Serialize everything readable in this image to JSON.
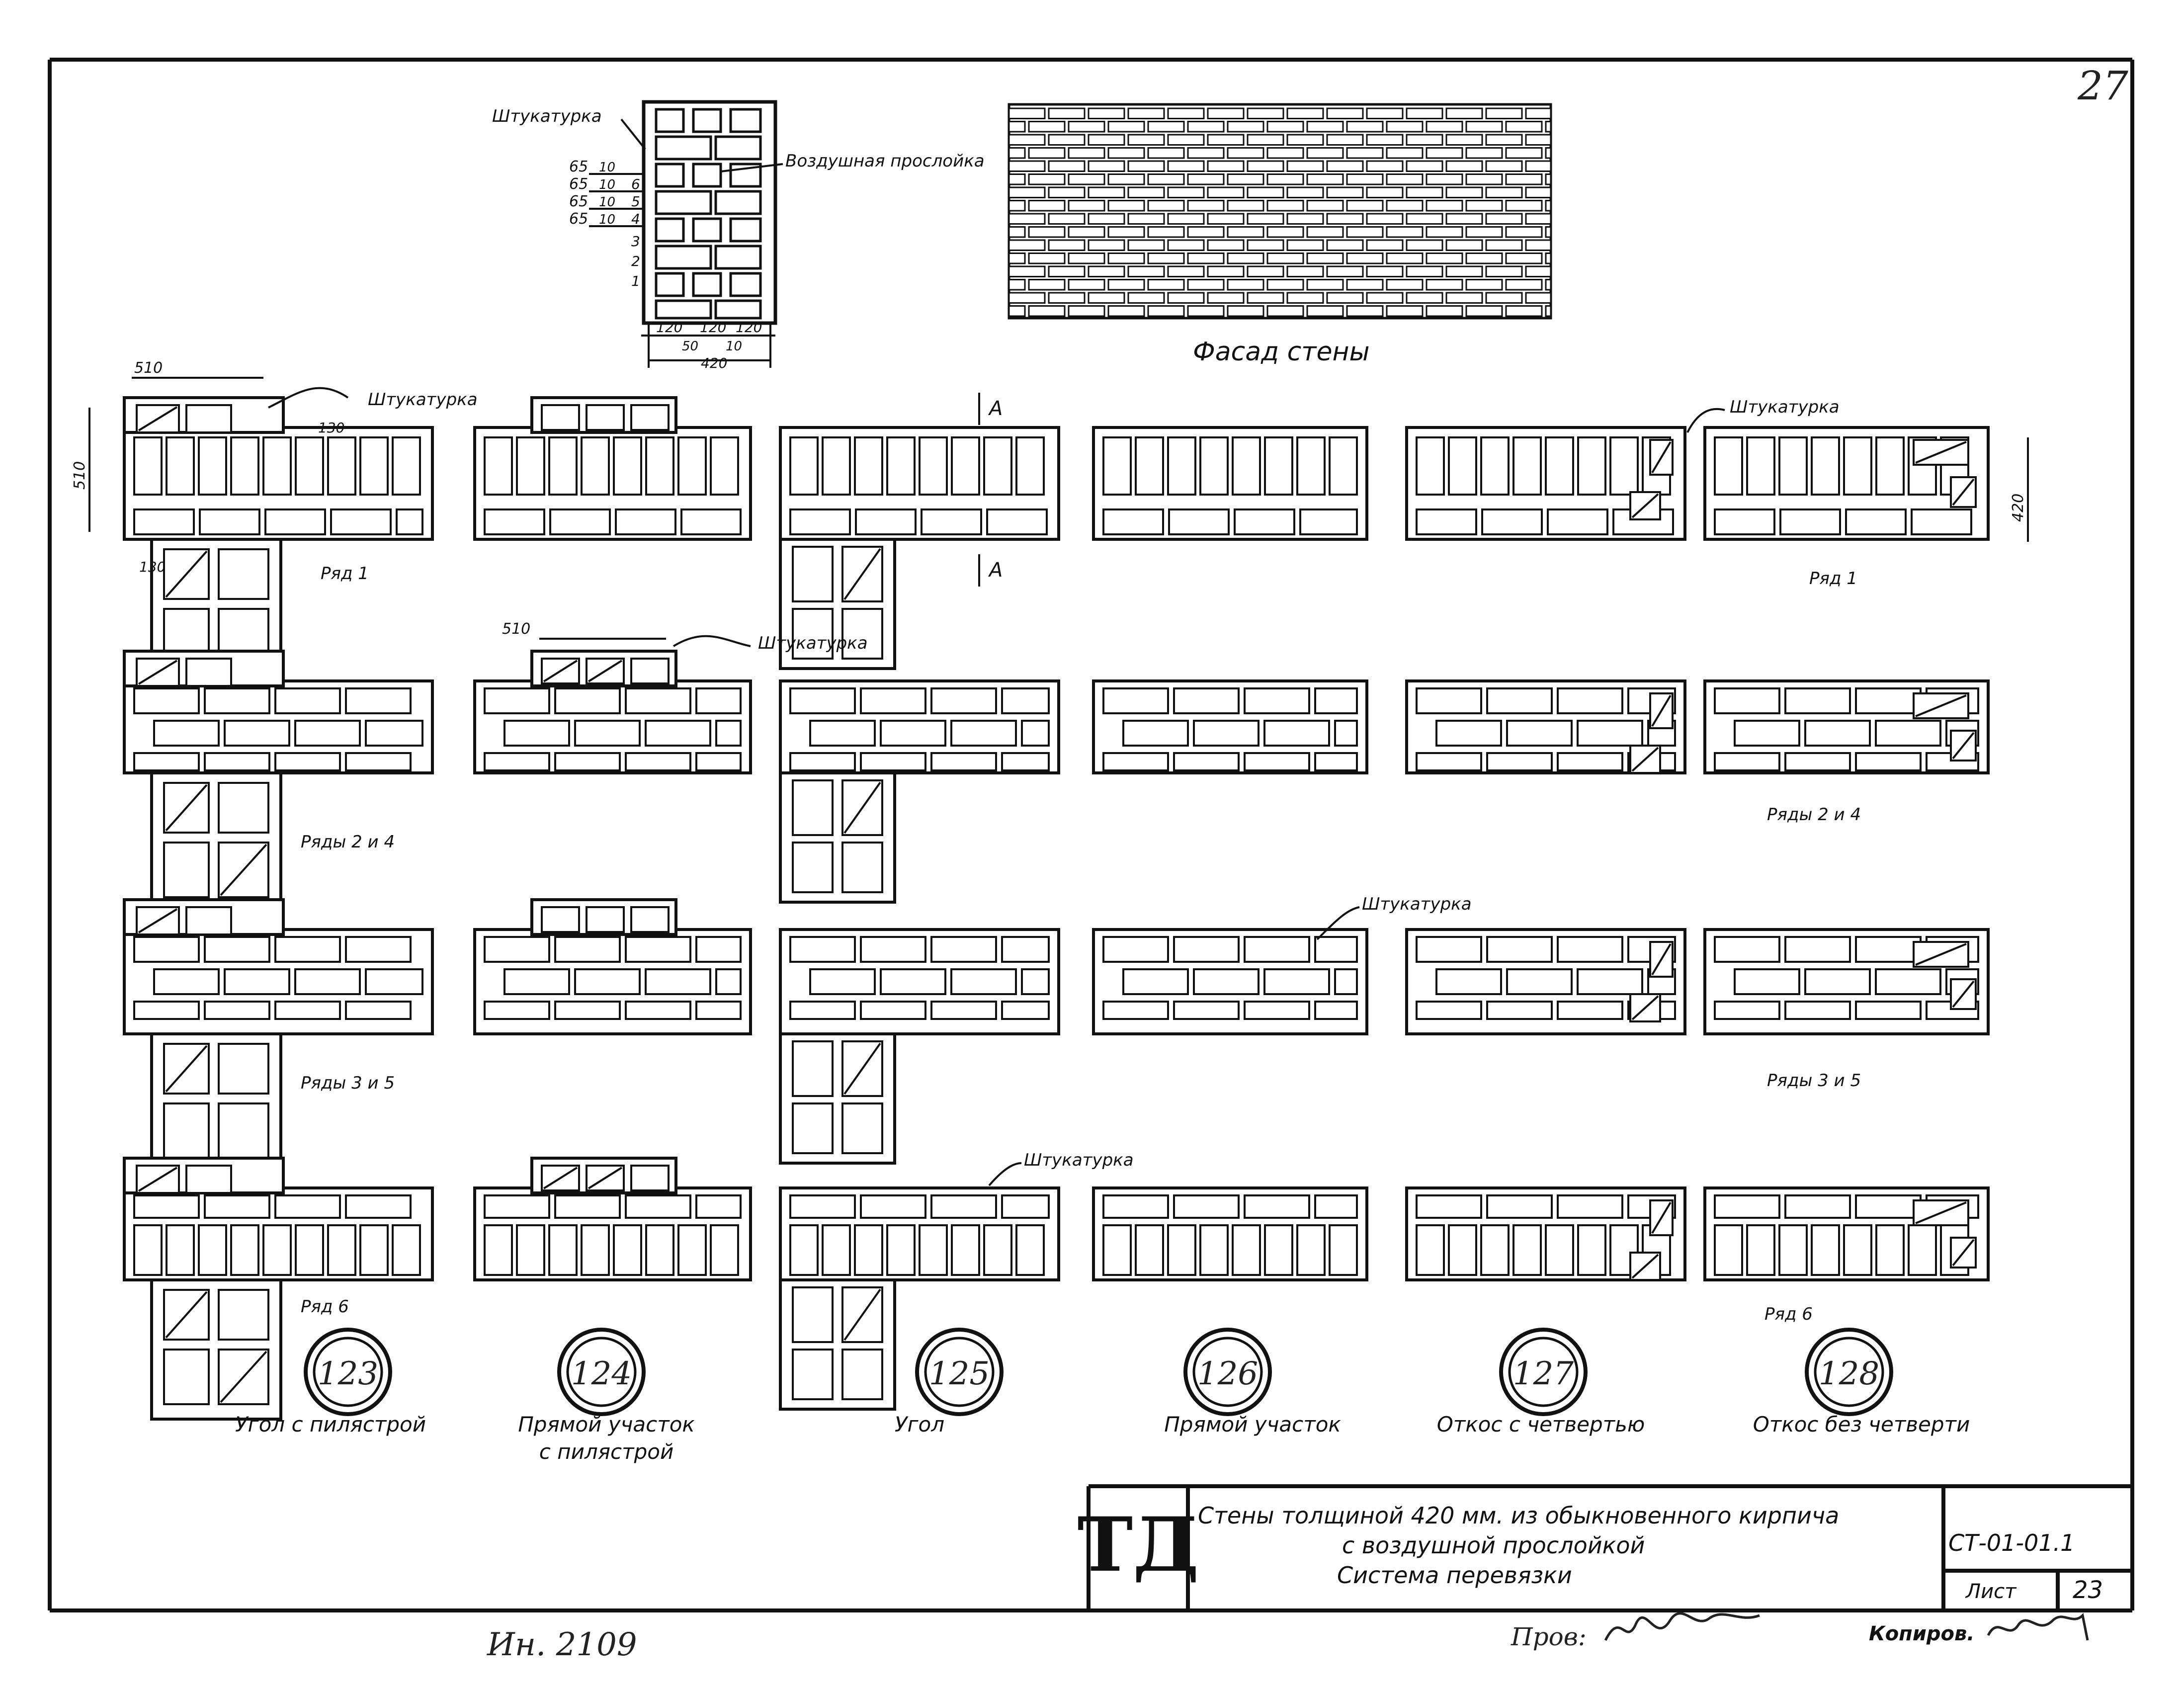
{
  "sheet": {
    "corner_number": "27",
    "series_code": "СТ-01-01.1",
    "sheet_label": "Лист",
    "sheet_number": "23",
    "logo": "ТД",
    "title_line1": "Стены толщиной 420 мм. из обыкновенного кирпича",
    "title_line2": "с воздушной прослойкой",
    "title_line3": "Система перевязки",
    "inventory": "Ин. 2109",
    "checked_label": "Пров:",
    "copied_label": "Копиров."
  },
  "section": {
    "plaster": "Штукатурка",
    "air_gap": "Воздушная прослойка",
    "dims_left": [
      "65",
      "65",
      "65",
      "65"
    ],
    "gap_dims": [
      "10",
      "10",
      "10",
      "10"
    ],
    "row_nums_right": [
      "6",
      "5",
      "4"
    ],
    "row_nums_left": [
      "3",
      "2",
      "1"
    ],
    "dims_bottom": [
      "120",
      "120",
      "120"
    ],
    "dims_sub": [
      "50",
      "10"
    ],
    "total": "420"
  },
  "facade": {
    "caption": "Фасад стены"
  },
  "labels": {
    "plaster": "Штукатурка",
    "row1": "Ряд 1",
    "row1b": "Ряд 1",
    "rows24": "Ряды 2 и 4",
    "rows24b": "Ряды 2 и 4",
    "rows35": "Ряды 3 и 5",
    "rows35b": "Ряды 3 и 5",
    "row6": "Ряд 6",
    "row6b": "Ряд 6",
    "dim510": "510",
    "dim130": "130",
    "dim420": "420",
    "section_mark": "А"
  },
  "details": [
    {
      "num": "123",
      "caption": "Угол с пилястрой",
      "caption2": ""
    },
    {
      "num": "124",
      "caption": "Прямой участок",
      "caption2": "с пилястрой"
    },
    {
      "num": "125",
      "caption": "Угол",
      "caption2": ""
    },
    {
      "num": "126",
      "caption": "Прямой участок",
      "caption2": ""
    },
    {
      "num": "127",
      "caption": "Откос с четвертью",
      "caption2": ""
    },
    {
      "num": "128",
      "caption": "Откос без четверти",
      "caption2": ""
    }
  ]
}
